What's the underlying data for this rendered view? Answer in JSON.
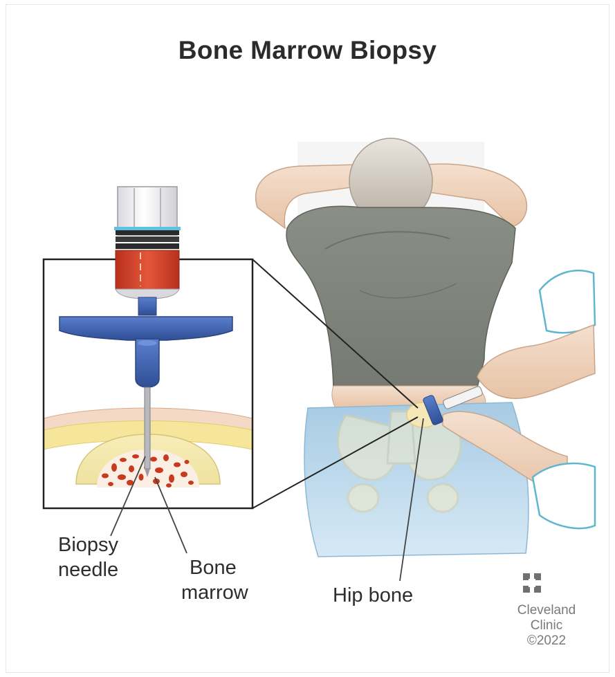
{
  "title": "Bone Marrow Biopsy",
  "labels": {
    "biopsy_needle": [
      "Biopsy",
      "needle"
    ],
    "bone_marrow": [
      "Bone",
      "marrow"
    ],
    "hip_bone": "Hip bone"
  },
  "logo": {
    "name_line1": "Cleveland",
    "name_line2": "Clinic",
    "copyright": "©2022",
    "icon": "cleveland-clinic-logo-icon"
  },
  "colors": {
    "needle_handle": "#3a5fb0",
    "syringe_blood": "#d9462e",
    "marrow_dots": "#c83a1e",
    "bone_yellow": "#f2e6a0",
    "shirt": "#7f847a",
    "drape": "#a9cde6"
  }
}
